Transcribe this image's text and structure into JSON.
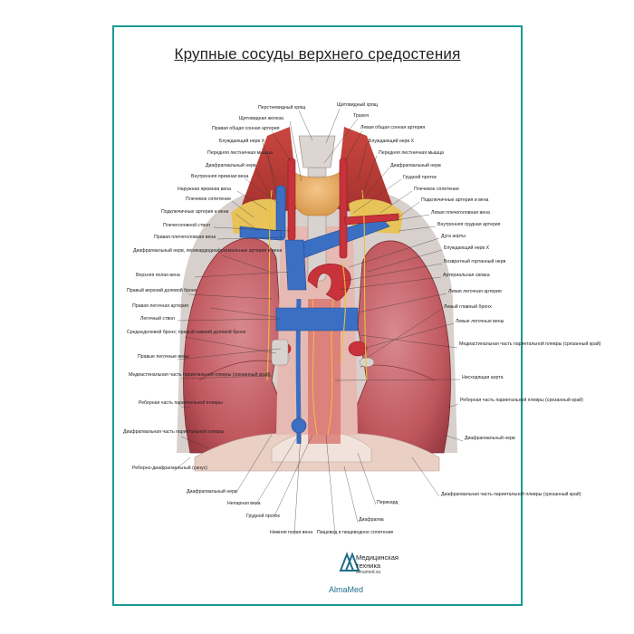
{
  "title": "Крупные сосуды верхнего средостения",
  "labels": {
    "thyroid_cartilage_top": "Перстневидный хрящ",
    "thyroid_cartilage": "Щитовидный хрящ",
    "thyroid_gland": "Щитовидная железа",
    "trachea": "Трахея",
    "right_common_carotid": "Правая общая сонная артерия",
    "left_common_carotid": "Левая общая сонная артерия",
    "vagus_x": "Блуждающий нерв X",
    "vagus_x_left": "Блуждающий нерв X",
    "ant_scalene": "Передняя лестничная мышца",
    "ant_scalene_left": "Передняя лестничная мышца",
    "phrenic": "Диафрагмальный нерв",
    "phrenic_left": "Диафрагмальный нерв",
    "int_jugular": "Внутренняя яремная вена",
    "thoracic_duct_top": "Грудной проток",
    "ext_jugular": "Наружная яремная вена",
    "brachial_plexus": "Плечевое сплетение",
    "brachial_plexus_left": "Плечевое сплетение",
    "subclavian_av": "Подключичные артерия и вена",
    "subclavian_av_left": "Подключичные артерия и вена",
    "brachiocephalic_trunk": "Плечеголовной ствол",
    "left_brachiocephalic_vein": "Левая плечеголовная вена",
    "right_brachiocephalic_vein": "Правая плечеголовная вена",
    "int_thoracic_artery": "Внутренняя грудная артерия",
    "aortic_arch": "Дуга аорты",
    "phrenic_pericardiophrenic": "Диафрагмальный нерв, перикардодиафрагмальные артерия и вена",
    "vagus_x_left2": "Блуждающий нерв X",
    "recurrent_laryngeal": "Возвратный гортанный нерв",
    "svc": "Верхняя полая вена",
    "ligamentum_arteriosum": "Артериальная связка",
    "right_upper_lobe_bronchus": "Правый верхний долевой бронх",
    "left_pulmonary_artery": "Левая легочная артерия",
    "right_pulmonary_artery": "Правая легочная артерия",
    "left_main_bronchus": "Левый главный бронх",
    "pulmonary_trunk": "Легочный ствол",
    "left_pulmonary_veins": "Левые легочные вены",
    "intermediate_bronchus": "Среднедолевой бронх; правый нижний долевой бронх",
    "mediastinal_pleura_left": "Медиастинальная часть париетальной плевры (срезанный край)",
    "right_pulmonary_veins": "Правые легочные вены",
    "descending_aorta": "Нисходящая аорта",
    "mediastinal_pleura_right": "Медиастинальная часть париетальной плевры (срезанный край)",
    "costal_pleura_left": "Реберная часть париетальной плевры (срезанный край)",
    "costal_pleura_right": "Реберная часть париетальной плевры",
    "diaphragmatic_pleura_right": "Диафрагмальная часть париетальной плевры",
    "phrenic_nerve_left_low": "Диафрагмальный нерв",
    "costodiaphragmatic_recess": "Реберно-диафрагмальный (синус)",
    "phrenic_nerve_bottom": "Диафрагмальный нерв",
    "azygos_vein": "Непарная вена",
    "thoracic_duct": "Грудной проток",
    "ivc": "Нижняя полая вена",
    "esophagus": "Пищевод и пищеводное сплетение",
    "pericardium": "Перикард",
    "diaphragm": "Диафрагма",
    "diaphragmatic_pleura_left": "Диафрагмальная часть париетальной плевры (срезанный край)"
  },
  "brand": {
    "line1": "Медицинская",
    "line2": "техника",
    "url": "almamed.su",
    "wordmark": "AlmaMed"
  },
  "colors": {
    "border": "#1a9a93",
    "vein_blue": "#3a6fc4",
    "artery_red": "#c8323a",
    "lung": "#c86a6f",
    "nerve_yellow": "#e9c23c"
  }
}
